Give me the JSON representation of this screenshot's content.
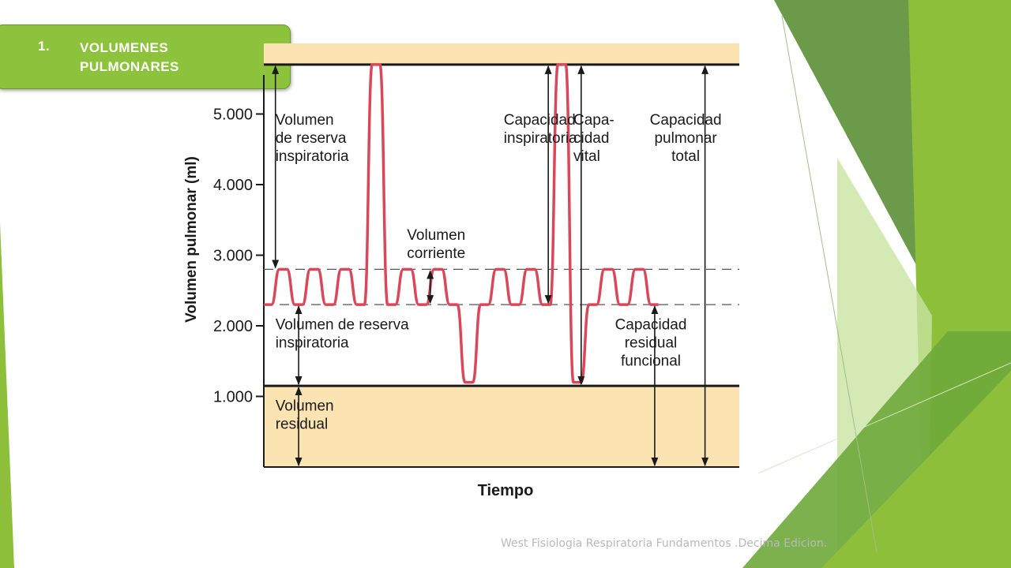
{
  "slide": {
    "title_number": "1.",
    "title": "VOLUMENES PULMONARES",
    "source": "West Fisiologia Respiratoria Fundamentos .Decima Edicion."
  },
  "colors": {
    "title_green": "#8dc23c",
    "band": "#fbe3b2",
    "trace": "#d9485a",
    "deco_dark": "#6a9a4a",
    "deco_mid": "#8dbf3a",
    "deco_light": "#c9e3a0"
  },
  "chart_data": {
    "type": "line",
    "xlabel": "Tiempo",
    "ylabel": "Volumen pulmonar (ml)",
    "yticks": [
      {
        "value": 1000,
        "label": "1.000"
      },
      {
        "value": 2000,
        "label": "2.000"
      },
      {
        "value": 3000,
        "label": "3.000"
      },
      {
        "value": 4000,
        "label": "4.000"
      },
      {
        "value": 5000,
        "label": "5.000"
      }
    ],
    "ylim": [
      0,
      6000
    ],
    "reference_levels": {
      "total_lung_capacity": 5700,
      "tidal_top": 2800,
      "tidal_bottom": 2300,
      "residual_volume": 1150
    },
    "series": [
      {
        "points": [
          [
            0.0,
            2300
          ],
          [
            0.02,
            2300
          ],
          [
            0.04,
            2800
          ],
          [
            0.06,
            2800
          ],
          [
            0.08,
            2300
          ],
          [
            0.1,
            2300
          ],
          [
            0.12,
            2800
          ],
          [
            0.14,
            2800
          ],
          [
            0.16,
            2300
          ],
          [
            0.18,
            2300
          ],
          [
            0.2,
            2800
          ],
          [
            0.22,
            2800
          ],
          [
            0.24,
            2300
          ],
          [
            0.26,
            2300
          ],
          [
            0.28,
            5700
          ],
          [
            0.3,
            5700
          ],
          [
            0.32,
            2300
          ],
          [
            0.34,
            2300
          ],
          [
            0.36,
            2800
          ],
          [
            0.38,
            2800
          ],
          [
            0.4,
            2300
          ],
          [
            0.42,
            2300
          ],
          [
            0.44,
            2800
          ],
          [
            0.46,
            2800
          ],
          [
            0.48,
            2300
          ],
          [
            0.5,
            2300
          ],
          [
            0.52,
            1200
          ],
          [
            0.54,
            1200
          ],
          [
            0.56,
            2300
          ],
          [
            0.58,
            2300
          ],
          [
            0.6,
            2800
          ],
          [
            0.62,
            2800
          ],
          [
            0.64,
            2300
          ],
          [
            0.66,
            2300
          ],
          [
            0.68,
            2800
          ],
          [
            0.7,
            2800
          ],
          [
            0.72,
            2300
          ],
          [
            0.74,
            2300
          ],
          [
            0.76,
            5700
          ],
          [
            0.78,
            5700
          ],
          [
            0.8,
            1200
          ],
          [
            0.82,
            1200
          ],
          [
            0.84,
            2300
          ],
          [
            0.86,
            2300
          ],
          [
            0.88,
            2800
          ],
          [
            0.9,
            2800
          ],
          [
            0.92,
            2300
          ],
          [
            0.94,
            2300
          ],
          [
            0.96,
            2800
          ],
          [
            0.98,
            2800
          ],
          [
            1.0,
            2300
          ],
          [
            1.02,
            2300
          ]
        ]
      }
    ],
    "annotations": [
      {
        "text": [
          "Volumen",
          "de reserva",
          "inspiratoria"
        ],
        "x": 0.03,
        "y": 4850
      },
      {
        "text": [
          "Volumen de reserva",
          "inspiratoria"
        ],
        "x": 0.03,
        "y": 1950
      },
      {
        "text": [
          "Volumen",
          "residual"
        ],
        "x": 0.03,
        "y": 800
      },
      {
        "text": [
          "Volumen",
          "corriente"
        ],
        "x": 0.37,
        "y": 3220
      },
      {
        "text": [
          "Capacidad",
          "inspiratoria"
        ],
        "x": 0.62,
        "y": 4850
      },
      {
        "text": [
          "Capa-",
          "cidad",
          "vital"
        ],
        "x": 0.8,
        "y": 4850
      },
      {
        "text": [
          "Capacidad",
          "pulmonar",
          "total"
        ],
        "x": 1.09,
        "y": 4850
      },
      {
        "text": [
          "Capacidad",
          "residual",
          "funcional"
        ],
        "x": 1.0,
        "y": 1950
      }
    ]
  }
}
